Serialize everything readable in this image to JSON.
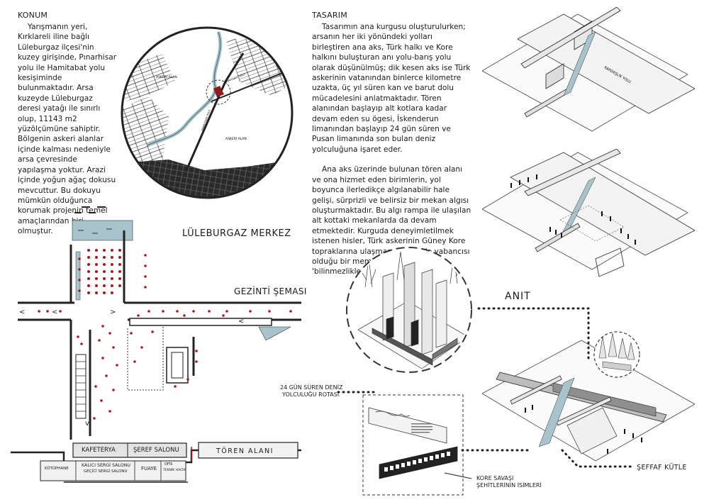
{
  "konum": {
    "heading": "KONUM",
    "text": "Yarışmanın yeri, Kırklareli iline bağlı Lüleburgaz ilçesi'nin kuzey girişinde, Pınarhisar yolu ile Hamitabat yolu kesişiminde bulunmaktadır. Arsa kuzeyde Lüleburgaz deresi yatağı ile sınırlı olup, 11143 m2 yüzölçümüne sahiptir. Bölgenin askeri alanlar içinde kalması nedeniyle arsa çevresinde yapılaşma yoktur. Arazi içinde yoğun ağaç dokusu mevcuttur. Bu dokuyu mümkün olduğunca korumak projenin temel amaçlarından biri olmuştur."
  },
  "tasarim": {
    "heading": "TASARIM",
    "para1": "Tasarımın ana kurgusu oluşturulurken; arsanın her iki yönündeki yolları birleştiren ana aks, Türk halkı ve Kore halkını buluşturan anı yolu-barış yolu olarak düşünülmüş; dik kesen aks ise Türk askerinin vatanından binlerce kilometre uzakta, üç yıl süren kan ve barut dolu mücadelesini anlatmaktadır. Tören alanından başlayıp alt kotlara kadar devam eden su ögesi, İskenderun limanından başlayıp 24 gün süren ve Pusan limanında son bulan deniz yolculuğuna işaret eder.",
    "para2": "Ana aks üzerinde bulunan tören alanı ve ona hizmet eden birimlerin, yol boyunca ilerledikçe algılanabilir hale gelişi, sürprizli ve belirsiz bir mekan algısı oluşturmaktadır. Bu algı rampa ile ulaşılan alt kottaki mekanlarda da devam etmektedir. Kurguda deneyimletilmek istenen hisler, Türk askerinin Güney Kore topraklarına ulaşmasıyla birlikle yabancısı olduğu bir memlekette yaşadığı 'bilinmezliklerdir'."
  },
  "map": {
    "title": "LÜLEBURGAZ MERKEZ",
    "label_askeri_1": "ASKERİ ALAN",
    "label_askeri_2": "ASKERİ ALAN",
    "label_road": "PINARHISAR YOLU",
    "label_road2": "HAMİTABAT YOLU"
  },
  "plan": {
    "title": "GEZİNTİ ŞEMASI"
  },
  "section": {
    "kafeterya": "KAFETERYA",
    "seref": "ŞEREF SALONU",
    "toren": "TÖREN ALANI",
    "kutuphane": "KÜTÜPHANE",
    "kalici": "KALICI SERGİ SALONU",
    "gecici": "GEÇİCİ SERGİ SALONU",
    "fuaye": "FUAYE",
    "ofis": "OFİS",
    "teknik": "TEKNİK HACİM"
  },
  "axo": {
    "road_label": "KARDEŞLİK YOLU",
    "anit": "ANIT",
    "seffaf": "ŞEFFAF KÜTLE",
    "deniz_1": "24 GÜN SÜREN DENİZ",
    "deniz_2": "YOLCULUĞU ROTASI",
    "kore_1": "KORE SAVAŞI",
    "kore_2": "ŞEHİTLERİNİN İSİMLERİ"
  },
  "colors": {
    "water": "#a9c3cc",
    "dots": "#b0161b",
    "text": "#1a1a1a",
    "road": "#2b2b2b"
  }
}
